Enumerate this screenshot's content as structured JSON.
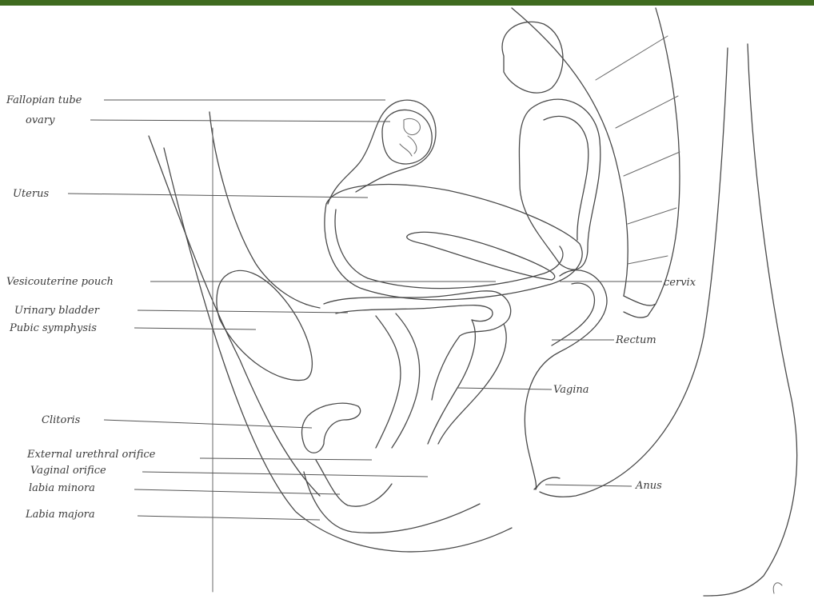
{
  "colors": {
    "top_bar": "#3f6b1f",
    "ink": "#4a4a4a",
    "background": "#ffffff"
  },
  "labels": {
    "fallopian_tube": "Fallopian tube",
    "ovary": "ovary",
    "uterus": "Uterus",
    "vesicouterine_pouch": "Vesicouterine pouch",
    "urinary_bladder": "Urinary bladder",
    "pubic_symphysis": "Pubic symphysis",
    "clitoris": "Clitoris",
    "external_urethral_orifice": "External urethral orifice",
    "vaginal_orifice": "Vaginal orifice",
    "labia_minora": "labia minora",
    "labia_majora": "Labia majora",
    "cervix": "cervix",
    "rectum": "Rectum",
    "vagina": "Vagina",
    "anus": "Anus"
  }
}
